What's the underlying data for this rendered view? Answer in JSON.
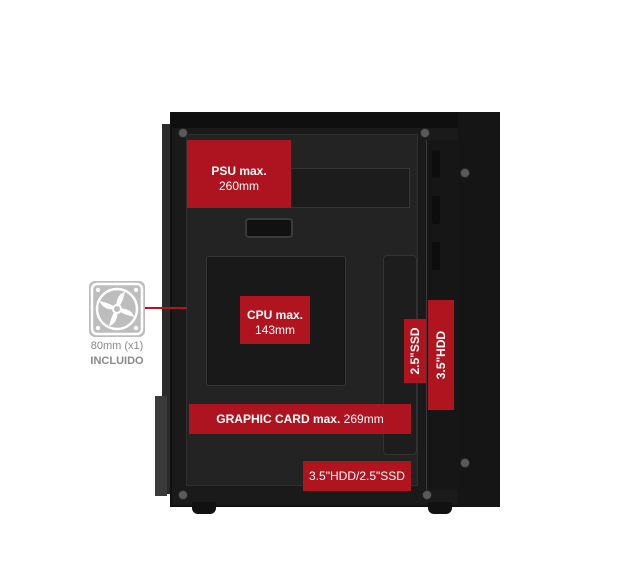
{
  "labels": {
    "psu_title": "PSU max.",
    "psu_value": "260mm",
    "cpu_title": "CPU max.",
    "cpu_value": "143mm",
    "gpu_title": "GRAPHIC CARD max.",
    "gpu_value": "269mm",
    "ssd_vertical": "2.5\"SSD",
    "hdd_vertical": "3.5\"HDD",
    "bottom_bay": "3.5\"HDD/2.5\"SSD"
  },
  "fan": {
    "icon": "fan-icon",
    "size_text": "80mm (x1)",
    "status_text": "INCLUIDO"
  },
  "colors": {
    "accent_red": "#b0141f",
    "case_black": "#1a1a1a",
    "caption_gray": "#8a8a8a"
  }
}
